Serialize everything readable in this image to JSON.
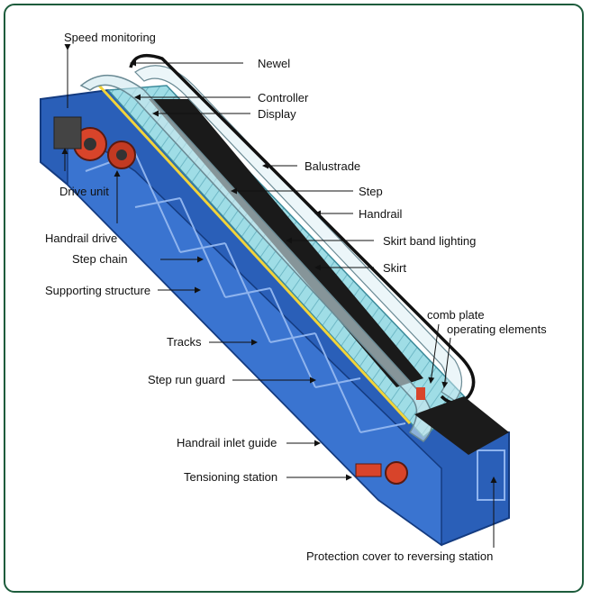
{
  "labels": {
    "speed_monitoring": "Speed monitoring",
    "newel": "Newel",
    "controller": "Controller",
    "display": "Display",
    "balustrade": "Balustrade",
    "step": "Step",
    "handrail": "Handrail",
    "skirt_band_lighting": "Skirt band lighting",
    "skirt": "Skirt",
    "comb_plate": "comb plate",
    "operating_elements": "operating elements",
    "drive_unit": "Drive unit",
    "handrail_drive": "Handrail drive",
    "step_chain": "Step chain",
    "supporting_structure": "Supporting structure",
    "tracks": "Tracks",
    "step_run_guard": "Step run guard",
    "handrail_inlet_guide": "Handrail inlet guide",
    "tensioning_station": "Tensioning station",
    "protection_cover": "Protection cover to reversing station"
  },
  "colors": {
    "frame": "#1d5c3c",
    "truss": "#2a5fb8",
    "steps": "#8fd3df",
    "machinery": "#d8442a",
    "handrail": "#111111"
  }
}
